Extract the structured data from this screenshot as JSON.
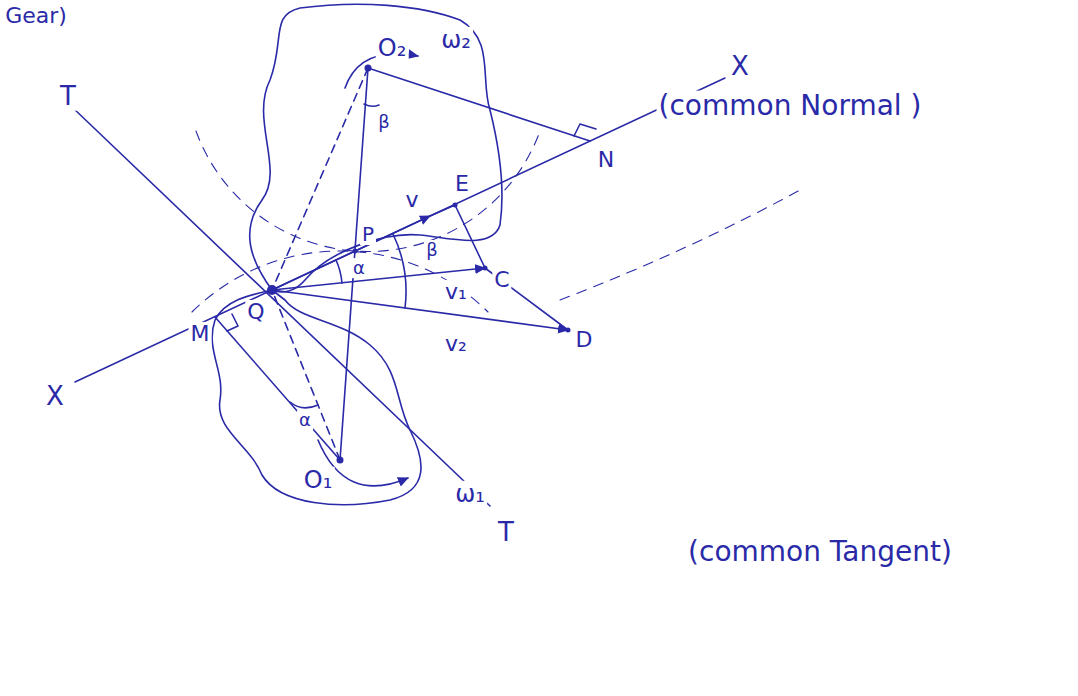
{
  "diagram": {
    "labels": [
      "Gear)",
      "T",
      "O₂",
      "ω₂",
      "(common Normal )",
      "β",
      "X",
      "E",
      "N",
      "P",
      "v",
      "α",
      "β",
      "v₁",
      "C",
      "D",
      "v₂",
      "M",
      "Q",
      "X",
      "α",
      "O₁",
      "ω₁",
      "T",
      "(common Tangent)"
    ]
  }
}
